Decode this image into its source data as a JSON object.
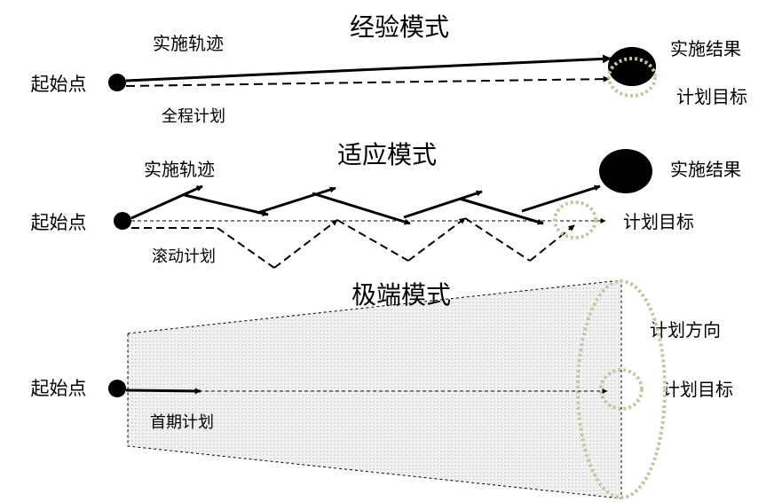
{
  "panels": [
    {
      "title": "经验模式",
      "start_label": "起始点",
      "actual_label": "实施轨迹",
      "plan_label": "全程计划",
      "result_label": "实施结果",
      "target_label": "计划目标"
    },
    {
      "title": "适应模式",
      "start_label": "起始点",
      "actual_label": "实施轨迹",
      "plan_label": "滚动计划",
      "result_label": "实施结果",
      "target_label": "计划目标"
    },
    {
      "title": "极端模式",
      "start_label": "起始点",
      "plan_label": "首期计划",
      "direction_label": "计划方向",
      "target_label": "计划目标"
    }
  ],
  "colors": {
    "line": "#000000",
    "target_dots": "#c8c4a0",
    "cone_fill": "#e6ece8"
  }
}
